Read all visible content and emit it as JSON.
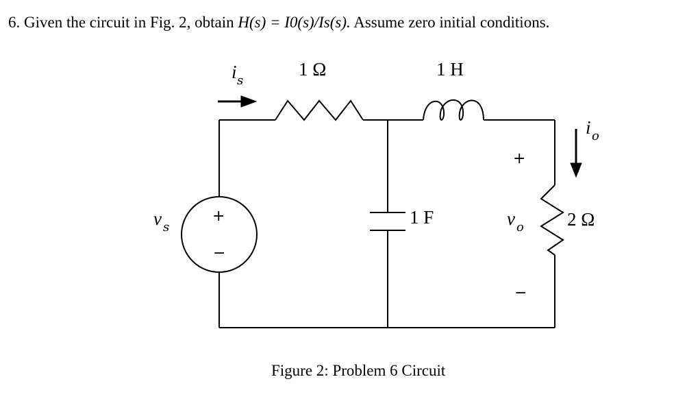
{
  "problem": {
    "number": "6.",
    "text_before": "Given the circuit in Fig. 2, obtain",
    "expression": "H(s) = I0(s)/Is(s).",
    "text_after": "Assume zero initial conditions."
  },
  "circuit": {
    "source_label": "v",
    "source_label_sub": "s",
    "source_plus": "+",
    "source_minus": "−",
    "current_is_label": "i",
    "current_is_sub": "s",
    "resistor1_value": "1 Ω",
    "inductor_value": "1 H",
    "capacitor_value": "1 F",
    "resistor2_value": "2 Ω",
    "vo_label": "v",
    "vo_sub": "o",
    "vo_plus": "+",
    "vo_minus": "−",
    "io_label": "i",
    "io_sub": "o"
  },
  "caption": "Figure 2: Problem 6 Circuit"
}
